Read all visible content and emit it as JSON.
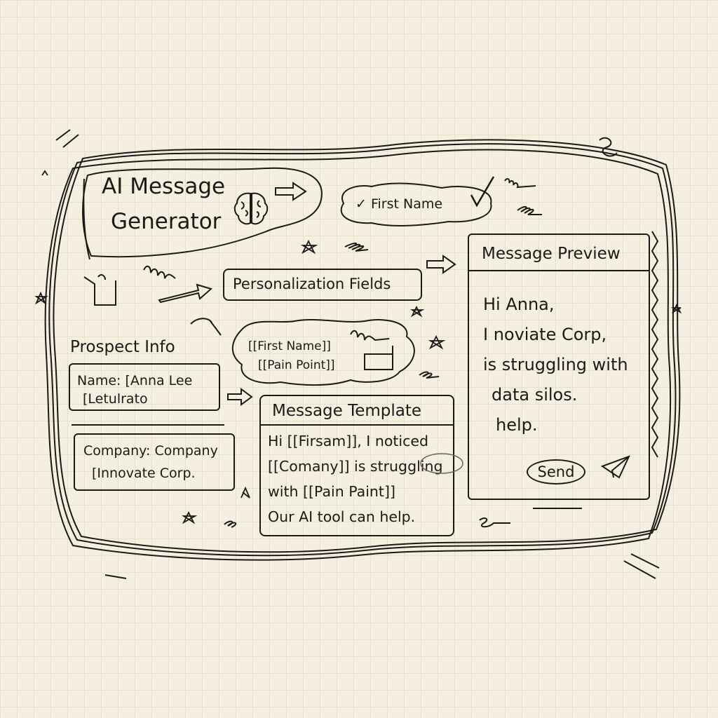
{
  "app": {
    "title_line1": "AI Message",
    "title_line2": "Generator"
  },
  "badge": {
    "check_label": "✓ First Name"
  },
  "personalization": {
    "label": "Personalization Fields",
    "tokens": [
      "[[First Name]]",
      "[[Pain Point]]"
    ]
  },
  "prospect": {
    "heading": "Prospect Info",
    "name_line1": "Name: [Anna Lee",
    "name_line2": "[Letulrato",
    "company_line1": "Company: Company",
    "company_line2": "[Innovate Corp."
  },
  "template": {
    "heading": "Message Template",
    "lines": [
      "Hi [[Firsam]], I noticed",
      "[[Comany]] is struggling",
      "with [[Pain Paint]]",
      "Our AI tool can help."
    ]
  },
  "preview": {
    "heading": "Message Preview",
    "lines": [
      "Hi Anna,",
      "I noviate Corp,",
      "is struggling with",
      "data silos.",
      "help."
    ],
    "send_label": "Send"
  },
  "icons": {
    "brain": "brain-icon",
    "arrow": "arrow-right-icon",
    "check": "checkmark-icon",
    "paper_plane": "paper-plane-icon",
    "star": "star-icon"
  },
  "colors": {
    "paper": "#f4efe1",
    "grid": "#e6e0cf",
    "ink": "#1b1a17"
  }
}
